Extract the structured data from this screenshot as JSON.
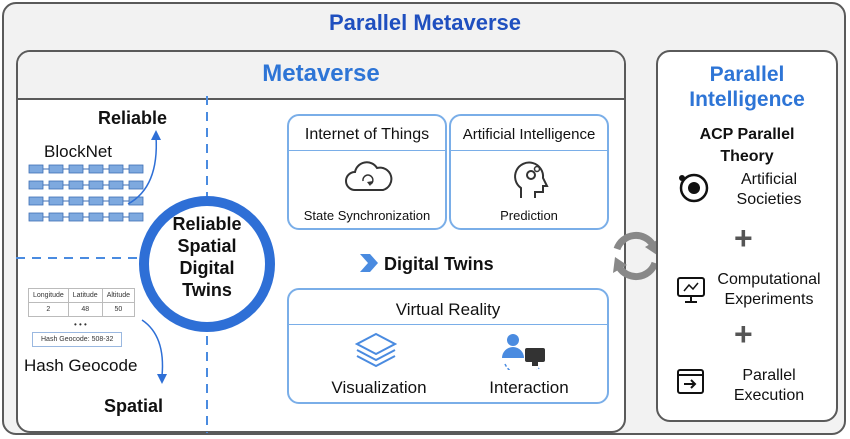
{
  "title": "Parallel Metaverse",
  "metaverse": {
    "title": "Metaverse",
    "left_panel": {
      "reliable": "Reliable",
      "blocknet": "BlockNet",
      "spatial": "Spatial",
      "hash_geocode": "Hash Geocode",
      "geo_table": {
        "headers": [
          "Longitude",
          "Latitude",
          "Altitude"
        ],
        "row": [
          "2",
          "48",
          "50"
        ],
        "ellipsis": "• • •",
        "hash": "Hash Geocode: 508-32"
      }
    },
    "ring_label": [
      "Reliable",
      "Spatial",
      "Digital",
      "Twins"
    ],
    "iot": {
      "title": "Internet of Things",
      "caption": "State Synchronization"
    },
    "ai": {
      "title": "Artificial Intelligence",
      "caption": "Prediction"
    },
    "digital_twins": "Digital Twins",
    "vr": {
      "title": "Virtual Reality",
      "visualization": "Visualization",
      "interaction": "Interaction"
    }
  },
  "parallel_intelligence": {
    "title": [
      "Parallel",
      "Intelligence"
    ],
    "acp": [
      "ACP Parallel",
      "Theory"
    ],
    "artificial_societies": [
      "Artificial",
      "Societies"
    ],
    "computational_experiments": [
      "Computational",
      "Experiments"
    ],
    "parallel_execution": [
      "Parallel",
      "Execution"
    ],
    "plus": "+"
  },
  "colors": {
    "accent_blue": "#1f4fbf",
    "light_blue": "#2e75d6",
    "card_border": "#7aaee8",
    "ring": "#2e6fd6"
  },
  "icons": [
    "cloud-sync-icon",
    "head-gear-icon",
    "layers-icon",
    "user-screen-icon",
    "orbit-icon",
    "monitor-icon",
    "execute-icon",
    "cycle-arrows-icon"
  ]
}
